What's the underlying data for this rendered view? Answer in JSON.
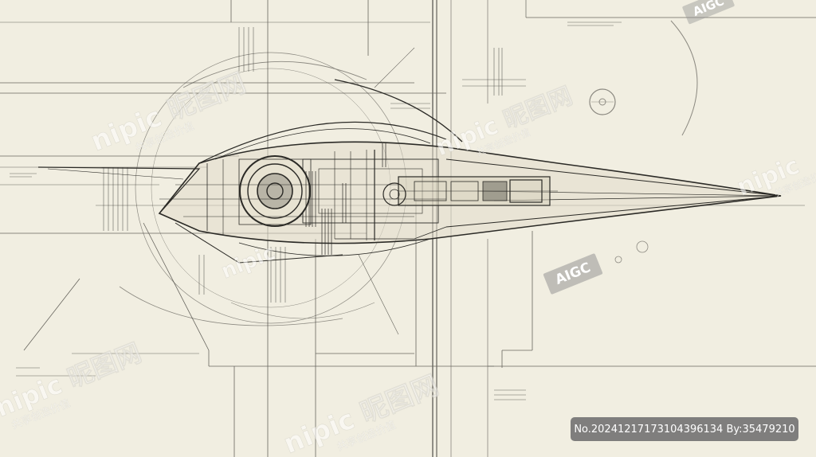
{
  "watermark": {
    "brand": "nipic",
    "brand_cn": "昵图网",
    "slogan": "共享创造价值",
    "aigc_label": "AIGC",
    "image_id_stamp": "No.20241217173104396134 By:35479210"
  },
  "artwork": {
    "subject": "spaceship-blueprint-sketch",
    "palette": {
      "paper": "#f1eee1",
      "ink": "#2b2a26",
      "ink_light": "#8c897f"
    }
  }
}
